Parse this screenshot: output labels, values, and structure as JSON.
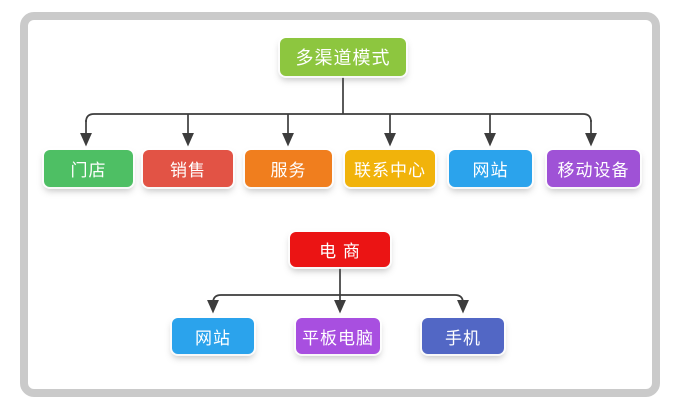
{
  "diagram": {
    "title_node": {
      "label": "多渠道模式",
      "color": "#8DC63F"
    },
    "tree1": {
      "children": [
        {
          "id": "mendian",
          "label": "门店",
          "color": "#4EBF64"
        },
        {
          "id": "xiaoshou",
          "label": "销售",
          "color": "#E25345"
        },
        {
          "id": "fuwu",
          "label": "服务",
          "color": "#F07E1E"
        },
        {
          "id": "lianxi",
          "label": "联系中心",
          "color": "#F1B30B"
        },
        {
          "id": "wangzhan",
          "label": "网站",
          "color": "#2BA3EC"
        },
        {
          "id": "yidong",
          "label": "移动设备",
          "color": "#9F52D6"
        }
      ]
    },
    "tree2": {
      "root": {
        "label": "电 商",
        "color": "#EB1414"
      },
      "children": [
        {
          "id": "wangzhan2",
          "label": "网站",
          "color": "#2BA3EC"
        },
        {
          "id": "pingban",
          "label": "平板电脑",
          "color": "#A84FE0"
        },
        {
          "id": "shouji",
          "label": "手机",
          "color": "#5267C5"
        }
      ]
    },
    "connector_color": "#3d3d3d",
    "frame_color": "#cacaca"
  }
}
